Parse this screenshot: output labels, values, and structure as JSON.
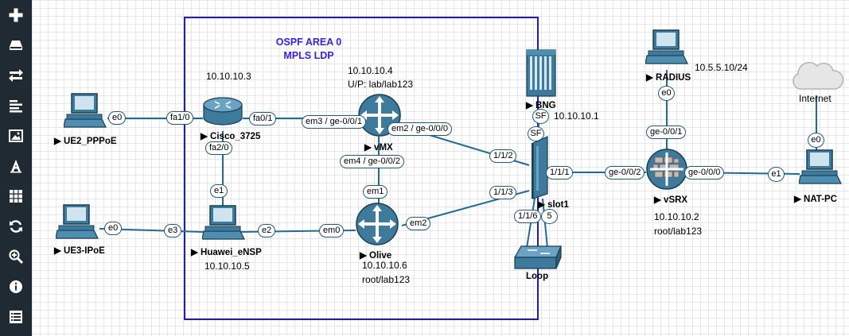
{
  "sidebar": {
    "items": [
      {
        "icon": "plus-icon"
      },
      {
        "icon": "drive-icon"
      },
      {
        "icon": "exchange-icon"
      },
      {
        "icon": "align-left-icon"
      },
      {
        "icon": "image-icon"
      },
      {
        "icon": "text-icon"
      },
      {
        "icon": "grid-icon"
      },
      {
        "icon": "refresh-icon"
      },
      {
        "icon": "zoom-in-icon"
      },
      {
        "icon": "info-icon"
      },
      {
        "icon": "list-icon"
      }
    ]
  },
  "topology": {
    "area_label_1": "OSPF AREA 0",
    "area_label_2": "MPLS LDP",
    "nodes": {
      "ue2": {
        "label": "UE2_PPPoE"
      },
      "ue3": {
        "label": "UE3-IPoE"
      },
      "cisco": {
        "label": "Cisco_3725",
        "info": "10.10.10.3"
      },
      "huawei": {
        "label": "Huawei_eNSP",
        "info": "10.10.10.5"
      },
      "vmx": {
        "label": "vMX",
        "info1": "10.10.10.4",
        "info2": "U/P: lab/lab123"
      },
      "olive": {
        "label": "Olive",
        "info1": "10.10.10.6",
        "info2": "root/lab123"
      },
      "bng": {
        "label": "BNG",
        "info": "10.10.10.1"
      },
      "slot1": {
        "label": "slot1"
      },
      "loop": {
        "label": "Loop"
      },
      "radius": {
        "label": "RADIUS",
        "info": "10.5.5.10/24"
      },
      "vsrx": {
        "label": "vSRX",
        "info1": "10.10.10.2",
        "info2": "root/lab123"
      },
      "internet": {
        "label": "Internet"
      },
      "natpc": {
        "label": "NAT-PC"
      }
    },
    "ports": {
      "ue2_e0": "e0",
      "cisco_fa10": "fa1/0",
      "cisco_fa01": "fa0/1",
      "cisco_fa20": "fa2/0",
      "vmx_em3": "em3 / ge-0/0/1",
      "vmx_em2": "em2 / ge-0/0/0",
      "vmx_em4": "em4 / ge-0/0/2",
      "huawei_e1": "e1",
      "ue3_e0": "e0",
      "huawei_e3": "e3",
      "huawei_e2": "e2",
      "olive_em0": "em0",
      "olive_em1": "em1",
      "olive_em2": "em2",
      "slot_112": "1/1/2",
      "slot_113": "1/1/3",
      "slot_116": "1/1/6",
      "slot_5": "5",
      "slot_111": "1/1/1",
      "bng_sf1": "SF",
      "bng_sf2": "SF",
      "vsrx_ge002": "ge-0/0/2",
      "vsrx_ge001": "ge-0/0/1",
      "vsrx_ge000": "ge-0/0/0",
      "radius_e0": "e0",
      "natpc_e1": "e1",
      "internet_e0": "e0"
    }
  }
}
